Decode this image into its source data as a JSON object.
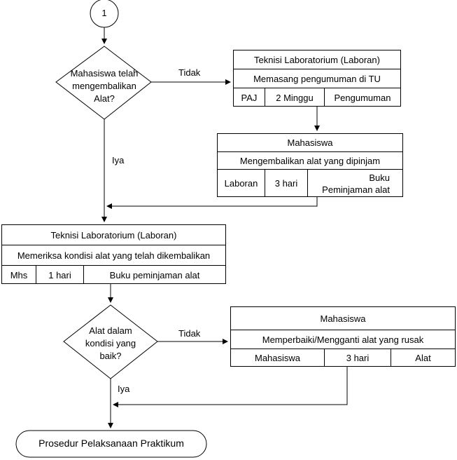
{
  "connector": {
    "label": "1"
  },
  "decision1": {
    "lines": [
      "Mahasiswa telah",
      "mengembalikan",
      "Alat?"
    ],
    "no_label": "Tidak",
    "yes_label": "Iya"
  },
  "box_announce": {
    "title": "Teknisi Laboratorium (Laboran)",
    "activity": "Memasang pengumuman di TU",
    "cells": [
      "PAJ",
      "2 Minggu",
      "Pengumuman"
    ]
  },
  "box_return": {
    "title": "Mahasiswa",
    "activity": "Mengembalikan alat yang dipinjam",
    "cells": [
      "Laboran",
      "3 hari",
      "Buku Peminjaman alat"
    ]
  },
  "box_check": {
    "title": "Teknisi Laboratorium (Laboran)",
    "activity": "Memeriksa kondisi alat yang telah dikembalikan",
    "cells": [
      "Mhs",
      "1 hari",
      "Buku peminjaman alat"
    ]
  },
  "decision2": {
    "lines": [
      "Alat dalam",
      "kondisi yang",
      "baik?"
    ],
    "no_label": "Tidak",
    "yes_label": "Iya"
  },
  "box_repair": {
    "title": "Mahasiswa",
    "activity": "Memperbaiki/Mengganti alat yang rusak",
    "cells": [
      "Mahasiswa",
      "3 hari",
      "Alat"
    ]
  },
  "terminator": {
    "label": "Prosedur Pelaksanaan Praktikum"
  }
}
